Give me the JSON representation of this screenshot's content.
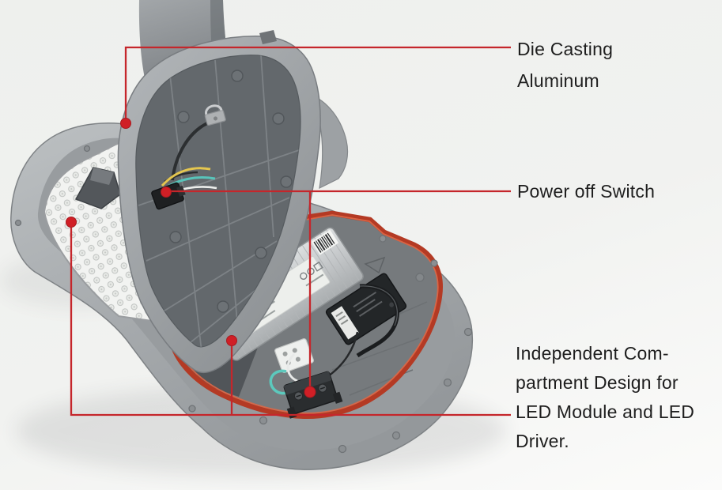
{
  "colors": {
    "callout_red": "#c5262b",
    "dot_red": "#d01f26",
    "gasket_red": "#b43a24",
    "background": "#eff0ee",
    "label_text": "#1e1e1e"
  },
  "annotations": [
    {
      "id": "die-casting-aluminum",
      "lines": [
        "Die Casting",
        "Aluminum"
      ]
    },
    {
      "id": "power-off-switch",
      "lines": [
        "Power off Switch"
      ]
    },
    {
      "id": "independent-compartment",
      "lines": [
        "Independent Com-",
        "partment Design for",
        "LED Module and LED",
        "Driver."
      ]
    }
  ]
}
